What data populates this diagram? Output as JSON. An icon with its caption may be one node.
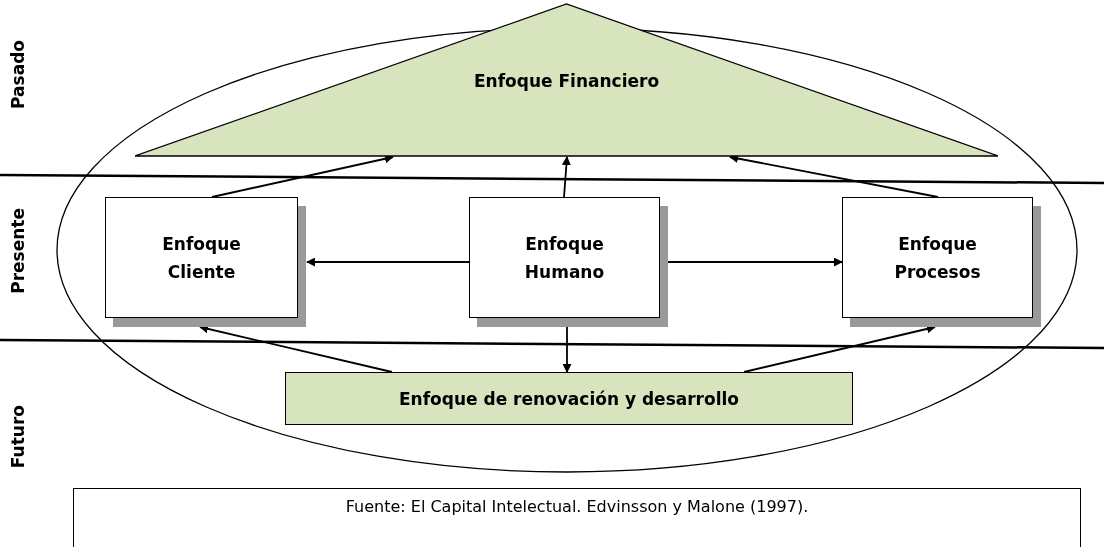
{
  "diagram": {
    "caption": "Fuente: El Capital Intelectual. Edvinsson y Malone (1997).",
    "nodes": [
      {
        "text": [
          "Enfoque Financiero"
        ]
      },
      {
        "text": [
          "Enfoque Cliente"
        ]
      },
      {
        "text": [
          "Enfoque Humano"
        ]
      },
      {
        "text": [
          "Enfoque Procesos"
        ]
      },
      {
        "text": [
          "Enfoque de renovación y desarrollo"
        ]
      }
    ],
    "edges": [
      {
        "from": 1,
        "to": 0,
        "arrow": "to"
      },
      {
        "from": 2,
        "to": 0,
        "arrow": "to"
      },
      {
        "from": 3,
        "to": 0,
        "arrow": "to"
      },
      {
        "from": 2,
        "to": 1,
        "arrow": "to"
      },
      {
        "from": 2,
        "to": 3,
        "arrow": "to"
      },
      {
        "from": 4,
        "to": 1,
        "arrow": "to"
      },
      {
        "from": 2,
        "to": 4,
        "arrow": "to"
      },
      {
        "from": 4,
        "to": 3,
        "arrow": "to"
      }
    ],
    "labels": [
      "Pasado",
      "Presente",
      "Futuro"
    ]
  }
}
